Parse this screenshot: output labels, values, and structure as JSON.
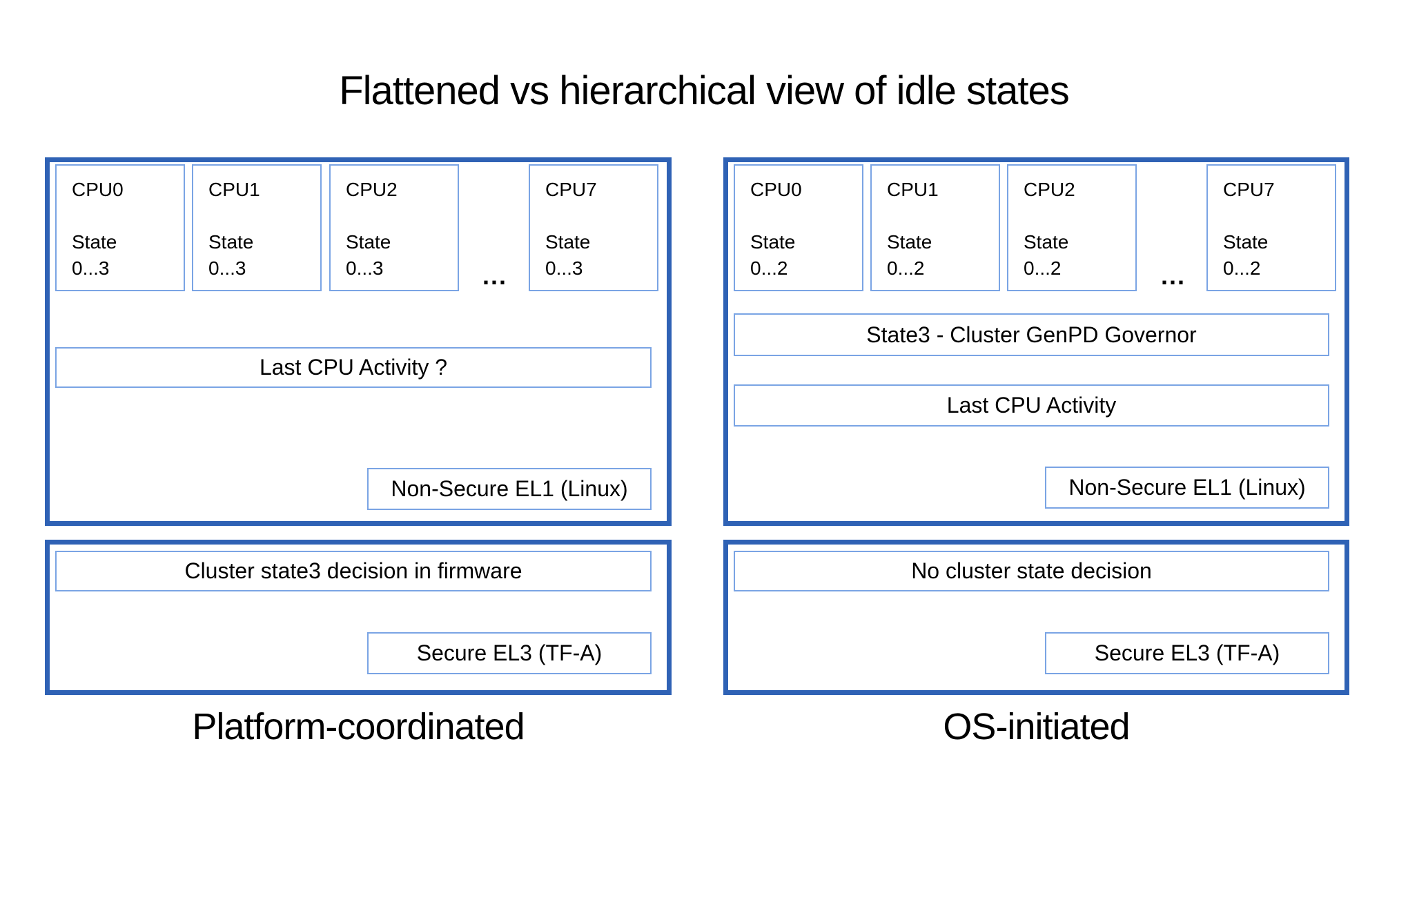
{
  "title": "Flattened vs hierarchical view of idle states",
  "colors": {
    "outer_border": "#2f62b5",
    "inner_border": "#7aa4e4",
    "text": "#000000",
    "background": "#ffffff"
  },
  "left_panel": {
    "label": "Platform-coordinated",
    "cpu_names": [
      "CPU0",
      "CPU1",
      "CPU2",
      "CPU7"
    ],
    "state_word": "State",
    "state_range": "0...3",
    "ellipsis": "...",
    "activity_box": "Last CPU Activity ?",
    "el1_box": "Non-Secure EL1 (Linux)",
    "firmware_box": "Cluster state3 decision in firmware",
    "el3_box": "Secure EL3 (TF-A)"
  },
  "right_panel": {
    "label": "OS-initiated",
    "cpu_names": [
      "CPU0",
      "CPU1",
      "CPU2",
      "CPU7"
    ],
    "state_word": "State",
    "state_range": "0...2",
    "ellipsis": "...",
    "governor_box": "State3 - Cluster GenPD Governor",
    "activity_box": "Last CPU Activity",
    "el1_box": "Non-Secure EL1 (Linux)",
    "decision_box": "No cluster state decision",
    "el3_box": "Secure EL3 (TF-A)"
  }
}
